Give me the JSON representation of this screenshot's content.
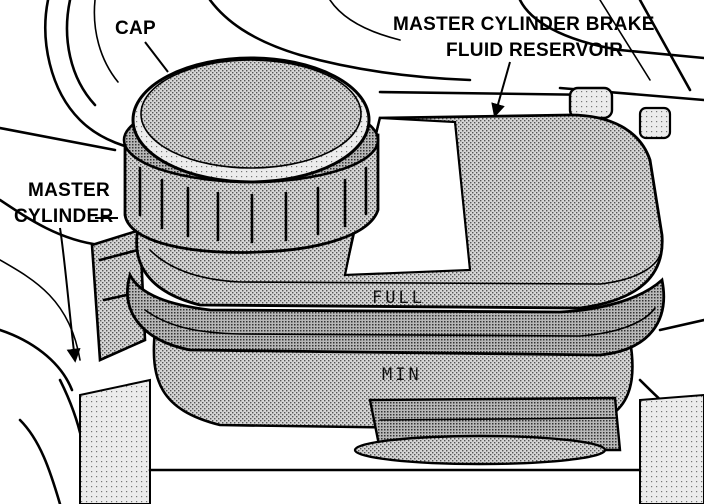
{
  "labels": {
    "cap": "CAP",
    "reservoir_line1": "MASTER CYLINDER BRAKE",
    "reservoir_line2": "FLUID RESERVOIR",
    "master_line1": "MASTER",
    "master_line2": "CYLINDER"
  },
  "markings": {
    "full": "FULL",
    "min": "MIN"
  },
  "colors": {
    "ink": "#000000",
    "shade": "#9a9a9a",
    "paper": "#ffffff"
  }
}
